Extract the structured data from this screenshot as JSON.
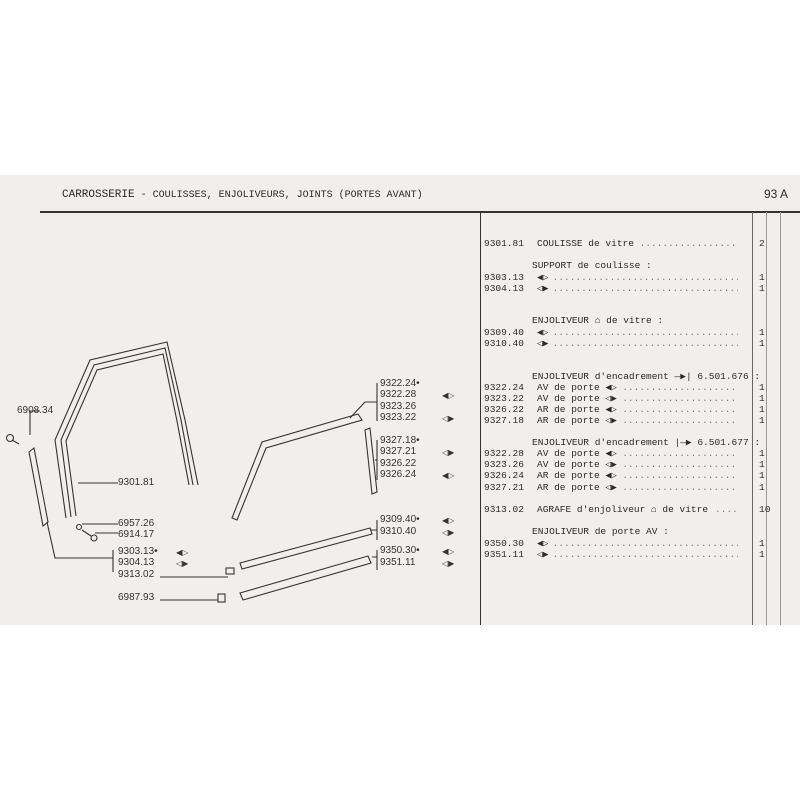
{
  "header": {
    "title": "CARROSSERIE",
    "subtitle": " - COULISSES, ENJOLIVEURS, JOINTS (PORTES AVANT)",
    "page": "93 A"
  },
  "parts_list": [
    {
      "type": "item",
      "ref": "9301.81",
      "desc": "COULISSE de vitre",
      "qty": "2"
    },
    {
      "type": "heading",
      "desc": "SUPPORT de coulisse :"
    },
    {
      "type": "item",
      "ref": "9303.13",
      "desc": "◀▷",
      "qty": "1"
    },
    {
      "type": "item",
      "ref": "9304.13",
      "desc": "◁▶",
      "qty": "1"
    },
    {
      "type": "heading",
      "desc": "ENJOLIVEUR ⌂ de vitre :"
    },
    {
      "type": "item",
      "ref": "9309.40",
      "desc": "◀▷",
      "qty": "1"
    },
    {
      "type": "item",
      "ref": "9310.40",
      "desc": "◁▶",
      "qty": "1"
    },
    {
      "type": "heading",
      "desc": "ENJOLIVEUR d'encadrement ―▶| 6.501.676 :"
    },
    {
      "type": "item",
      "ref": "9322.24",
      "desc": "AV de porte ◀▷",
      "qty": "1"
    },
    {
      "type": "item",
      "ref": "9323.22",
      "desc": "AV de porte ◁▶",
      "qty": "1"
    },
    {
      "type": "item",
      "ref": "9326.22",
      "desc": "AR de porte ◀▷",
      "qty": "1"
    },
    {
      "type": "item",
      "ref": "9327.18",
      "desc": "AR de porte ◁▶",
      "qty": "1"
    },
    {
      "type": "heading",
      "desc": "ENJOLIVEUR d'encadrement |―▶ 6.501.677 :"
    },
    {
      "type": "item",
      "ref": "9322.28",
      "desc": "AV de porte ◀▷",
      "qty": "1"
    },
    {
      "type": "item",
      "ref": "9323.26",
      "desc": "AV de porte ◁▶",
      "qty": "1"
    },
    {
      "type": "item",
      "ref": "9326.24",
      "desc": "AR de porte ◀▷",
      "qty": "1"
    },
    {
      "type": "item",
      "ref": "9327.21",
      "desc": "AR de porte ◁▶",
      "qty": "1"
    },
    {
      "type": "item",
      "ref": "9313.02",
      "desc": "AGRAFE d'enjoliveur ⌂ de vitre",
      "qty": "10"
    },
    {
      "type": "heading",
      "desc": "ENJOLIVEUR de porte AV :"
    },
    {
      "type": "item",
      "ref": "9350.30",
      "desc": "◀▷",
      "qty": "1"
    },
    {
      "type": "item",
      "ref": "9351.11",
      "desc": "◁▶",
      "qty": "1"
    }
  ],
  "callouts": [
    {
      "label": "6908.34"
    },
    {
      "label": "9301.81"
    },
    {
      "label": "6957.26"
    },
    {
      "label": "6914.17"
    },
    {
      "label": "9303.13•",
      "arrow": "◀▷"
    },
    {
      "label": "9304.13",
      "arrow": "◁▶"
    },
    {
      "label": "9313.02"
    },
    {
      "label": "6987.93"
    },
    {
      "label": "9322.24•"
    },
    {
      "label": "9322.28",
      "arrow": "◀▷"
    },
    {
      "label": "9323.26"
    },
    {
      "label": "9323.22",
      "arrow": "◁▶"
    },
    {
      "label": "9327.18•"
    },
    {
      "label": "9327.21",
      "arrow": "◁▶"
    },
    {
      "label": "9326.22"
    },
    {
      "label": "9326.24",
      "arrow": "◀▷"
    },
    {
      "label": "9309.40•",
      "arrow": "◀▷"
    },
    {
      "label": "9310.40",
      "arrow": "◁▶"
    },
    {
      "label": "9350.30•",
      "arrow": "◀▷"
    },
    {
      "label": "9351.11",
      "arrow": "◁▶"
    }
  ]
}
